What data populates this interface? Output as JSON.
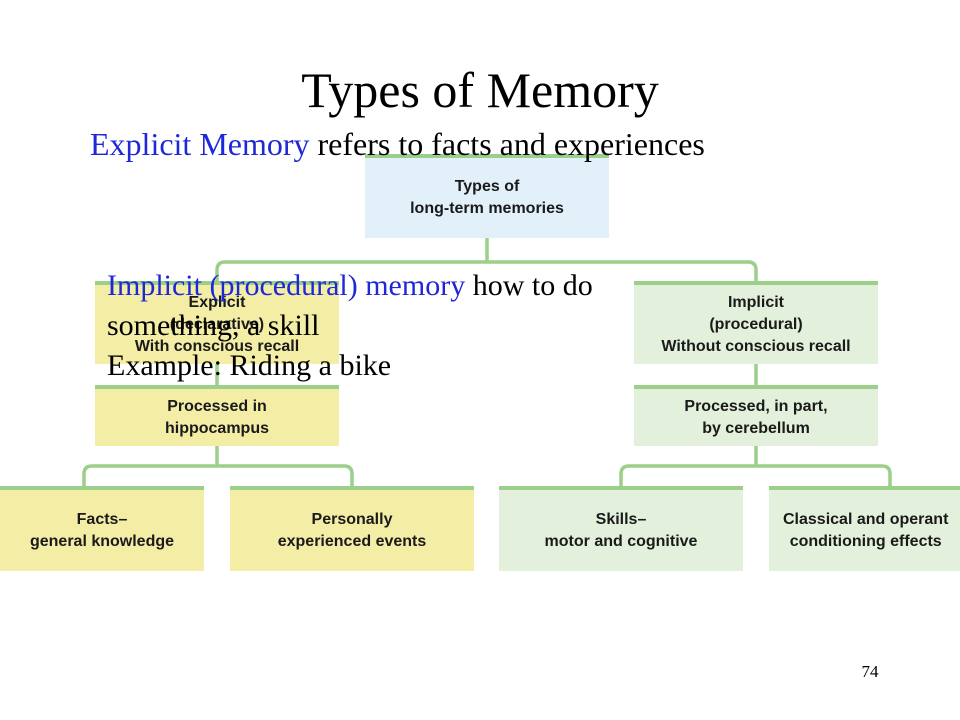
{
  "slide": {
    "title": "Types of Memory",
    "subtitle_lead": "Explicit Memory",
    "subtitle_rest": " refers to facts and experiences",
    "overlay": {
      "line1_lead": "Implicit (procedural) memory",
      "line1_rest": " how to do",
      "line2": "something, a skill",
      "line3": "Example: Riding a bike"
    },
    "page_number": "74"
  },
  "diagram": {
    "root": "Types of\nlong-term memories",
    "explicit": {
      "label": "Explicit\n(declarative)\nWith conscious recall",
      "processed": "Processed in\nhippocampus",
      "children": [
        "Facts–\ngeneral knowledge",
        "Personally\nexperienced events"
      ]
    },
    "implicit": {
      "label": "Implicit\n(procedural)\nWithout conscious recall",
      "processed": "Processed, in part,\nby cerebellum",
      "children": [
        "Skills–\nmotor and cognitive",
        "Classical and operant\nconditioning effects"
      ]
    }
  },
  "colors": {
    "connector": "#9ccf8a",
    "root_fill": "#e2f0fa",
    "explicit_fill": "#f4eda6",
    "implicit_fill": "#e2f0dc",
    "highlight_text": "#1f28d6"
  }
}
